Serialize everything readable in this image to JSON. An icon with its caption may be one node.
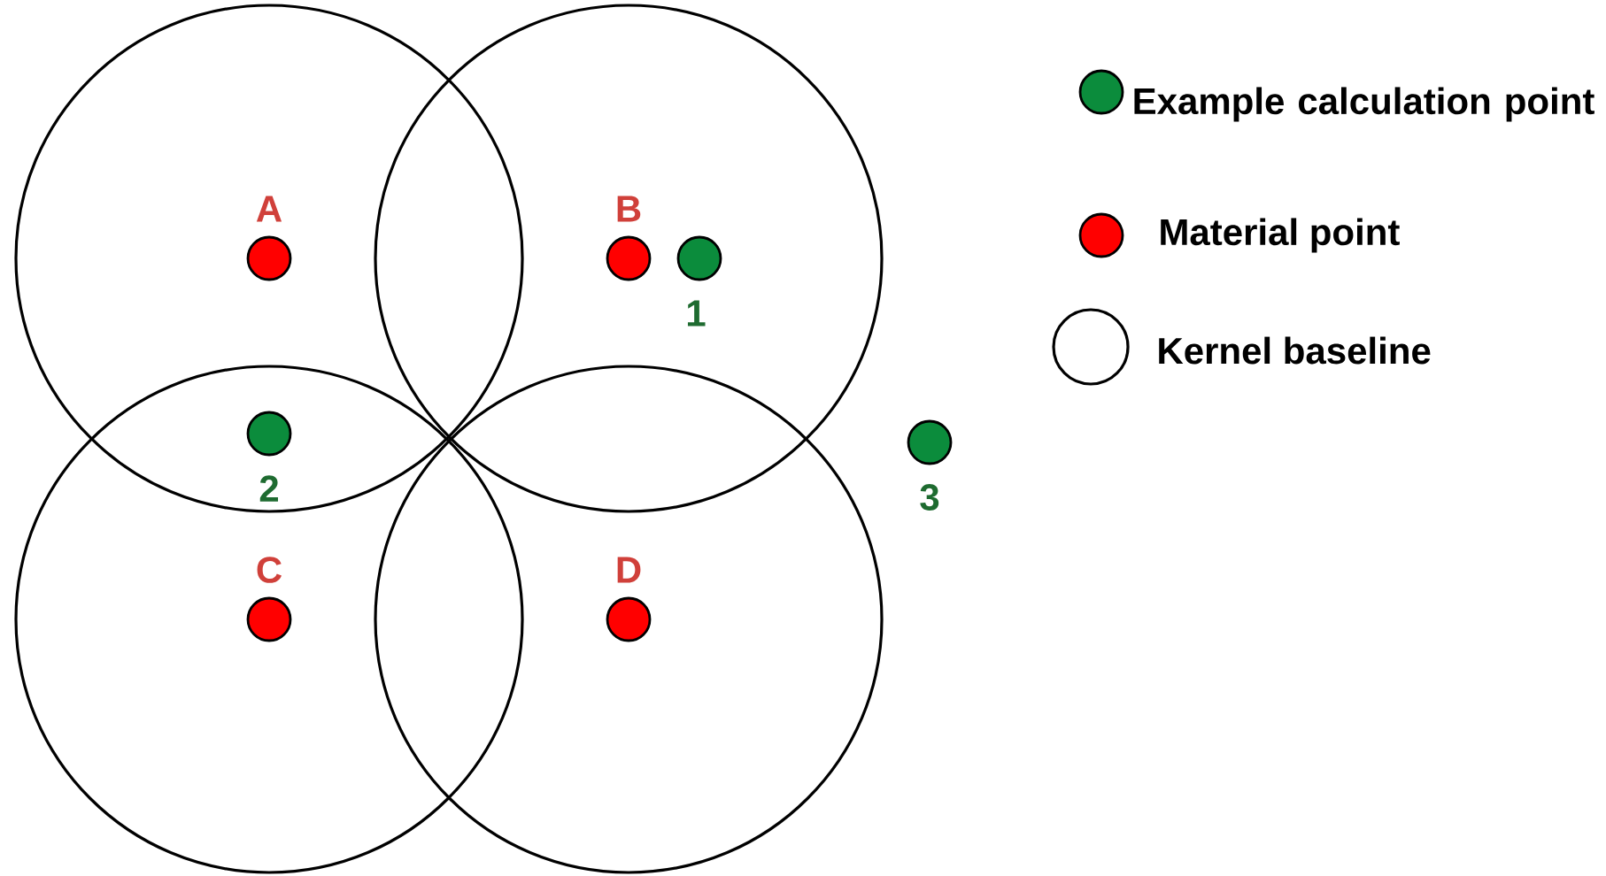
{
  "diagram": {
    "nodes": [
      {
        "text": [],
        "shape": "circle"
      },
      {
        "text": [],
        "shape": "circle"
      },
      {
        "text": [],
        "shape": "circle"
      },
      {
        "text": [],
        "shape": "circle"
      },
      {
        "text": [],
        "shape": "circle",
        "in": 0,
        "beside": [
          "A"
        ]
      },
      {
        "text": [],
        "shape": "circle",
        "in": 1,
        "beside": [
          "B"
        ]
      },
      {
        "text": [],
        "shape": "circle",
        "in": 1,
        "beside": [
          "1"
        ]
      },
      {
        "text": [],
        "shape": "circle",
        "beside": [
          "2"
        ]
      },
      {
        "text": [],
        "shape": "circle",
        "beside": [
          "3"
        ]
      },
      {
        "text": [],
        "shape": "circle",
        "in": 2,
        "beside": [
          "C"
        ]
      },
      {
        "text": [],
        "shape": "circle",
        "in": 3,
        "beside": [
          "D"
        ]
      }
    ],
    "legend": [
      {
        "text": "Example calculation point",
        "color": "#0b8c3c"
      },
      {
        "text": "Material point",
        "color": "#ff0000"
      },
      {
        "text": "Kernel baseline"
      }
    ]
  }
}
